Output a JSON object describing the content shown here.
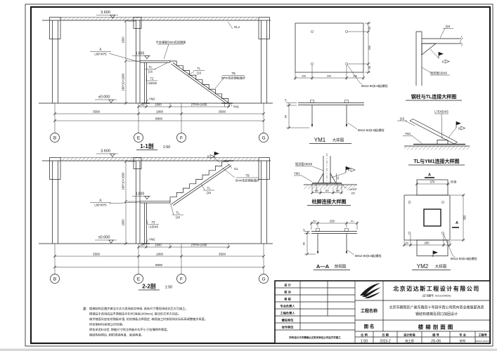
{
  "s1": {
    "title": "1-1剖",
    "scale": "1:50",
    "elev_top": "3.600",
    "elev_platform": "1.800",
    "elev_zero": "±0.000",
    "dim_v_upper": "1800",
    "dim_v_lower": "180*10=1800",
    "gl": "GL1",
    "jl": "JL",
    "jl_spec": "L60*40*5",
    "tl": "TL",
    "tl_spec": "[16",
    "tl2": "TL",
    "tl2_spec": "[16",
    "tb": "TB",
    "tb_spec": "5mm花纹钢板踏步",
    "tz": "TZ",
    "tz_spec": "□150x5",
    "ym1": "YM1",
    "ym2": "YM2",
    "platform_plate": "平台铺板5mm花纹钢板",
    "d1": "325",
    "d2": "1000",
    "d3": "270*9=2430",
    "d4": "3500",
    "d5": "1800",
    "d6": "3500",
    "d7": "8800",
    "g1": "B",
    "g2": "E",
    "g3": "F",
    "g4": "G"
  },
  "s2": {
    "title": "2-2剖",
    "scale": "1:50",
    "elev_top": "3.600",
    "elev_platform": "1.800",
    "elev_zero": "±0.000",
    "dim_v_upper": "180*10=1800",
    "dim_v_lower": "1800",
    "gl": "GL",
    "weld": "6",
    "jl": "JL",
    "jl_spec": "L60*40*5",
    "tl": "TL",
    "tl_spec": "[16",
    "tl2": "TL",
    "tl2_spec": "[16",
    "tb": "TB",
    "tb_spec": "5mm花纹钢板踏步",
    "tz": "TZ",
    "tz_spec": "□150x5",
    "ym2": "YM2",
    "d1": "325",
    "d2": "1000",
    "d3": "270*9=2430",
    "d4": "3500",
    "d5": "1800",
    "d6": "3500",
    "d7": "8800",
    "g1": "B",
    "g2": "E",
    "g3": "F",
    "g4": "G"
  },
  "ym1d": {
    "t1": "YM1",
    "t2": "大样图",
    "r1": "50",
    "r2": "200",
    "r3": "50",
    "b1": "100",
    "b2": "200",
    "b3": "100",
    "thk": "14",
    "embed": "80",
    "bolt": "8M12-80(8.8级)螺栓",
    "bolt2": "8M12-80(8.8级)螺栓"
  },
  "based": {
    "title": "柱脚连接大样图",
    "tube": "矩形管150x5",
    "ym1": "YM1",
    "weld": "6",
    "d45": "45",
    "b1": "100",
    "b2": "150",
    "b3": "100",
    "pl": "—8x100",
    "pl2": "150"
  },
  "aad": {
    "t1": "A—A",
    "t2": "剖视图",
    "d1": "50",
    "d2": "250",
    "d3": "70",
    "thk": "10",
    "embed": "80",
    "bolt": "8M12-80(8.8级)螺栓"
  },
  "ctl": {
    "title": "钢柱与TL连接大样图",
    "ch": "[16",
    "weld": "6",
    "tube": "矩形管150x5"
  },
  "tym": {
    "title": "TL与YM1连接大样图",
    "ang": "L75X50X5",
    "ch": "[16",
    "ym1": "YM1",
    "weld": "6"
  },
  "ym2d": {
    "t1": "YM2",
    "t2": "大样图",
    "beam": "砼梁",
    "dt": "370",
    "dr": "350",
    "db1": "50",
    "db2": "250",
    "ma": "A",
    "ma2": "A",
    "bolt": "8M12-80(8.8级)螺栓"
  },
  "notes": {
    "prefix": "注:",
    "l1": "楼梯结构及踏步做法方式与现场核实带核, 具体尺寸需现场核实后方可施工。",
    "l2": "楼梯扶手选用成品不锈钢扶手栏杆(净高1000mm), 做法形式甲方自定。",
    "l3": "梯步踏面另加花纹钢板补强, 花纹钢板点焊固定, 梯段施工时按现场实际标高调整踏步高度。",
    "l4": "所有钢材均采用Q235B钢。",
    "l5": "焊条采用E43型, 焊缝尺寸除注明者外均不小于较薄焊件厚度。",
    "l6": "钢结构除锈后, 刷防锈漆两道、面漆两道。"
  },
  "tb": {
    "r1": "设 计",
    "r2": "校 对",
    "r3": "审 核",
    "r4": "专业负责人",
    "r5": "工程负责人",
    "r6": "建设单位",
    "r7": "合作单位",
    "note": "所有设计文件需确认过有关单位认可后方可施工",
    "company": "北京迈达斯工程设计有限公司",
    "cert": "(证书编号: A211024020)",
    "proj_label": "工程名称",
    "proj1": "北京市朝阳区广渠东路四十号田华西公司院内商业楼局部改造",
    "proj2": "钢结构楼梯及洞口加固设计",
    "name_label": "图  名",
    "name": "楼梯剖面图",
    "h1": "比 例",
    "h2": "日 期",
    "h3": "设计阶段",
    "h4": "图 号",
    "h5": "专 业",
    "h6": "工程号",
    "v1": "1:50",
    "v2": "2023-2",
    "v3": "施工图",
    "v4": "JS-06",
    "v5": "结构",
    "v6": "MIDAS-230214"
  }
}
